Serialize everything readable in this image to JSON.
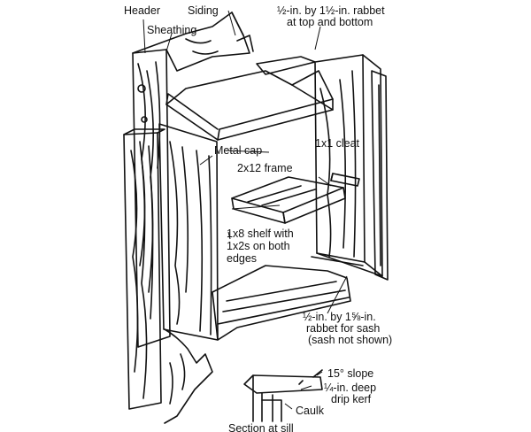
{
  "labels": {
    "header": "Header",
    "siding": "Siding",
    "sheathing": "Sheathing",
    "rabbet_top_l1": "½-in. by 1½-in. rabbet",
    "rabbet_top_l2": "at top and bottom",
    "metal_cap": "Metal cap",
    "cleat": "1x1 cleat",
    "frame": "2x12 frame",
    "shelf_l1": "1x8 shelf with",
    "shelf_l2": "1x2s on both",
    "shelf_l3": "edges",
    "rabbet_sash_l1": "½-in. by 1⅝-in.",
    "rabbet_sash_l2": "rabbet for sash",
    "rabbet_sash_l3": "(sash not shown)",
    "slope": "15° slope",
    "drip_l1": "¼-in. deep",
    "drip_l2": "drip kerf",
    "caulk": "Caulk",
    "section": "Section at sill"
  }
}
